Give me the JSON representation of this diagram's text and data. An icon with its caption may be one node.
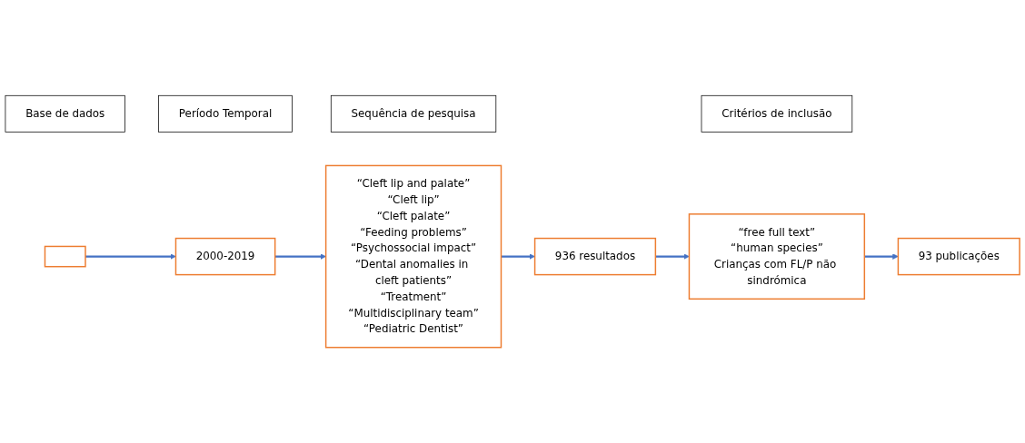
{
  "diagram": {
    "nodes": [
      {
        "text": [
          "Base de dados"
        ]
      },
      {
        "text": [
          "Período Temporal"
        ]
      },
      {
        "text": [
          "Sequência de pesquisa"
        ]
      },
      {
        "text": [
          "Critérios de inclusão"
        ]
      },
      {
        "text": [],
        "shape": "box"
      },
      {
        "text": [
          "2000-2019"
        ]
      },
      {
        "text": [
          "“Cleft lip and palate”",
          "“Cleft lip”",
          "“Cleft palate”",
          "“Feeding problems”",
          "“Psychossocial impact”",
          "“Dental anomalies in cleft patients”",
          "“Treatment”",
          "“Multidisciplinary team”",
          "“Pediatric Dentist”"
        ]
      },
      {
        "text": [
          "936 resultados"
        ]
      },
      {
        "text": [
          "“free full text”",
          "“human species”",
          "Crianças com FL/P não sindrómica"
        ]
      },
      {
        "text": [
          "93 publicações"
        ]
      }
    ],
    "edges": [
      {
        "from": 4,
        "to": 5,
        "arrow": "to"
      },
      {
        "from": 5,
        "to": 6,
        "arrow": "to"
      },
      {
        "from": 6,
        "to": 7,
        "arrow": "to"
      },
      {
        "from": 7,
        "to": 8,
        "arrow": "to"
      },
      {
        "from": 8,
        "to": 9,
        "arrow": "to"
      }
    ]
  }
}
